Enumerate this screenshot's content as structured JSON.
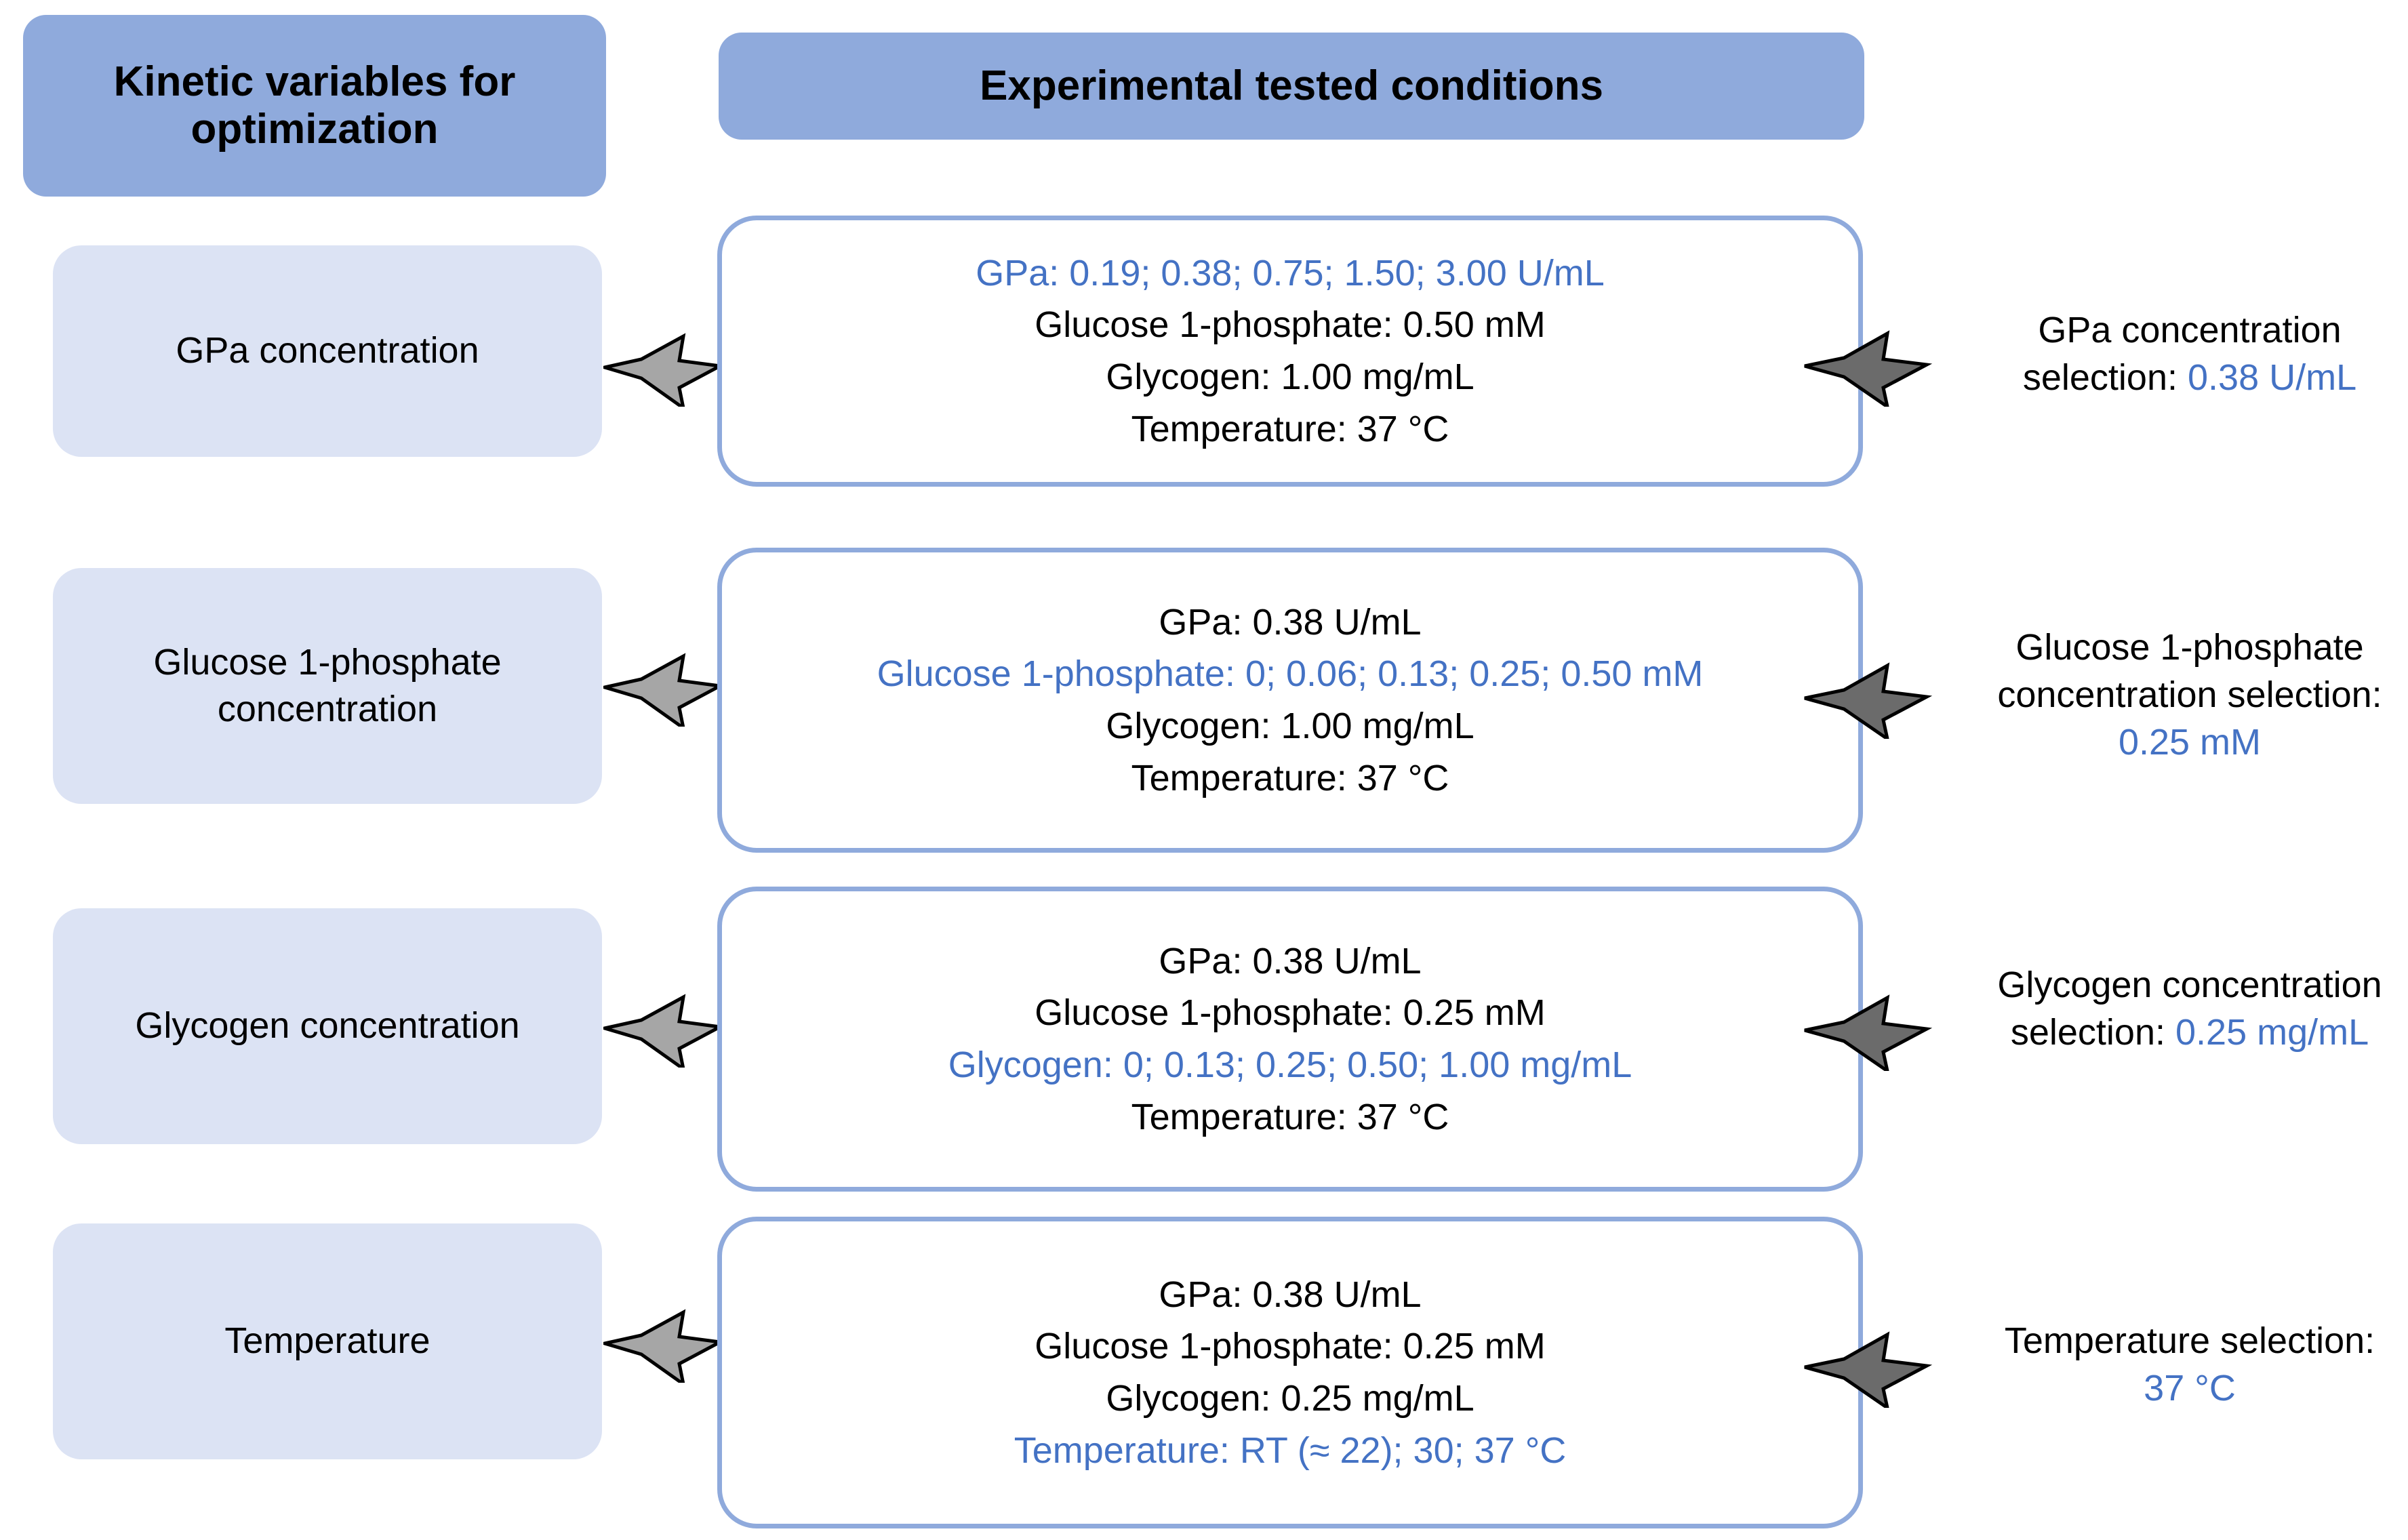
{
  "headers": {
    "left": "Kinetic variables for optimization",
    "middle": "Experimental tested conditions"
  },
  "colors": {
    "header_fill": "#8FAADC",
    "variable_fill": "#DCE3F4",
    "box_border": "#8FAADC",
    "highlight_text": "#4472C4",
    "body_text": "#000000",
    "arrow_left_fill": "#A6A6A6",
    "arrow_right_fill": "#6B6B6B",
    "arrow_outline": "#000000"
  },
  "rows": [
    {
      "variable": "GPa concentration",
      "conditions": [
        {
          "text": "GPa: 0.19; 0.38; 0.75; 1.50; 3.00 U/mL",
          "highlight": true
        },
        {
          "text": "Glucose 1-phosphate: 0.50 mM",
          "highlight": false
        },
        {
          "text": "Glycogen: 1.00 mg/mL",
          "highlight": false
        },
        {
          "text": "Temperature: 37 °C",
          "highlight": false
        }
      ],
      "selection_label": "GPa concentration selection: ",
      "selection_value": "0.38 U/mL"
    },
    {
      "variable": "Glucose 1-phosphate concentration",
      "conditions": [
        {
          "text": "GPa: 0.38 U/mL",
          "highlight": false
        },
        {
          "text": "Glucose 1-phosphate: 0; 0.06; 0.13; 0.25; 0.50 mM",
          "highlight": true
        },
        {
          "text": "Glycogen: 1.00 mg/mL",
          "highlight": false
        },
        {
          "text": "Temperature: 37 °C",
          "highlight": false
        }
      ],
      "selection_label": "Glucose 1-phosphate concentration selection: ",
      "selection_value": "0.25 mM"
    },
    {
      "variable": "Glycogen concentration",
      "conditions": [
        {
          "text": "GPa: 0.38 U/mL",
          "highlight": false
        },
        {
          "text": "Glucose 1-phosphate: 0.25 mM",
          "highlight": false
        },
        {
          "text": "Glycogen: 0; 0.13; 0.25; 0.50; 1.00 mg/mL",
          "highlight": true
        },
        {
          "text": "Temperature: 37 °C",
          "highlight": false
        }
      ],
      "selection_label": "Glycogen concentration selection: ",
      "selection_value": "0.25 mg/mL"
    },
    {
      "variable": "Temperature",
      "conditions": [
        {
          "text": "GPa: 0.38 U/mL",
          "highlight": false
        },
        {
          "text": "Glucose 1-phosphate: 0.25 mM",
          "highlight": false
        },
        {
          "text": "Glycogen: 0.25 mg/mL",
          "highlight": false
        },
        {
          "text": "Temperature: RT (≈ 22); 30; 37 °C",
          "highlight": true
        }
      ],
      "selection_label": "Temperature selection: ",
      "selection_value": "37 °C"
    }
  ],
  "icons": {
    "arrow_right": "bent-arrow-right"
  }
}
